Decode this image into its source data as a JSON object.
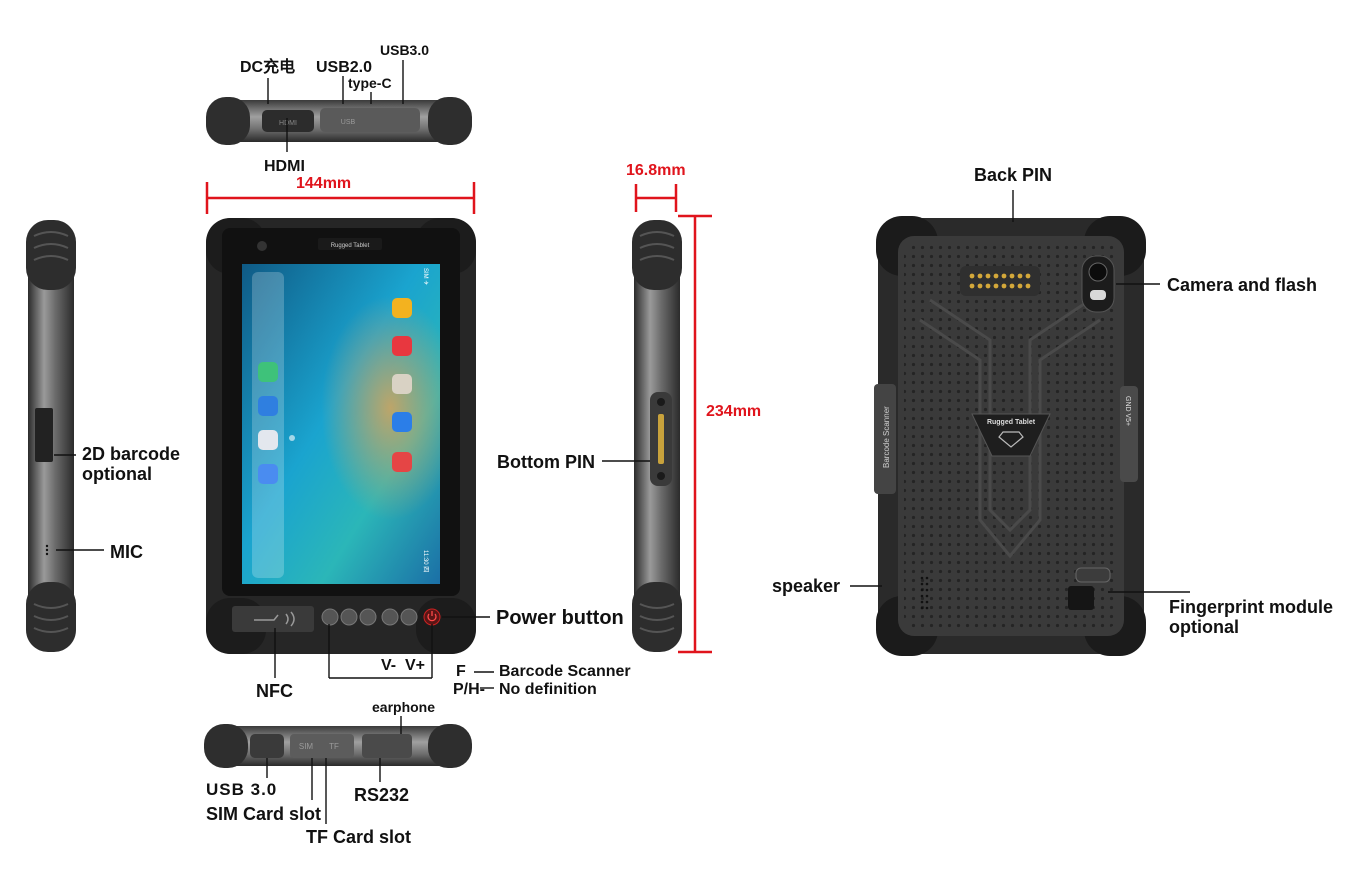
{
  "colors": {
    "dimension": "#e0141c",
    "body_dark": "#2a2a2a",
    "bumper": "#3a3a3a",
    "frame_grey": "#8a8a8a",
    "screen_blue": "#1d9fd0",
    "label": "#111111"
  },
  "top_view": {
    "dc": "DC充电",
    "usb20": "USB2.0",
    "usb30": "USB3.0",
    "typec": "type-C",
    "hdmi": "HDMI",
    "port_usb_text": "USB",
    "port_hdmi_text": "HDMI"
  },
  "dimensions": {
    "width": "144mm",
    "thickness": "16.8mm",
    "height": "234mm"
  },
  "left_side": {
    "barcode": "2D barcode",
    "barcode2": "optional",
    "mic": "MIC"
  },
  "front": {
    "logo": "Rugged Tablet",
    "power": "Power button",
    "vol": "V-  V+",
    "f_key": "F",
    "ph_key": "P/H-",
    "barcode_scanner": "Barcode Scanner",
    "no_definition": "No definition",
    "nfc": "NFC",
    "status_left": "SIM ✈",
    "clock": "11:30 四"
  },
  "right_side": {
    "bottom_pin": "Bottom PIN"
  },
  "bottom_view": {
    "earphone": "earphone",
    "usb30": "USB 3.0",
    "sim": "SIM Card slot",
    "tf": "TF Card slot",
    "rs232": "RS232",
    "sim_mark": "SIM",
    "tf_mark": "TF"
  },
  "back": {
    "back_pin": "Back PIN",
    "camera": "Camera and flash",
    "speaker": "speaker",
    "fingerprint": "Fingerprint module",
    "fingerprint2": "optional",
    "side_scanner": "Barcode Scanner",
    "logo": "Rugged Tablet",
    "side_buttons": "GND V5+"
  }
}
